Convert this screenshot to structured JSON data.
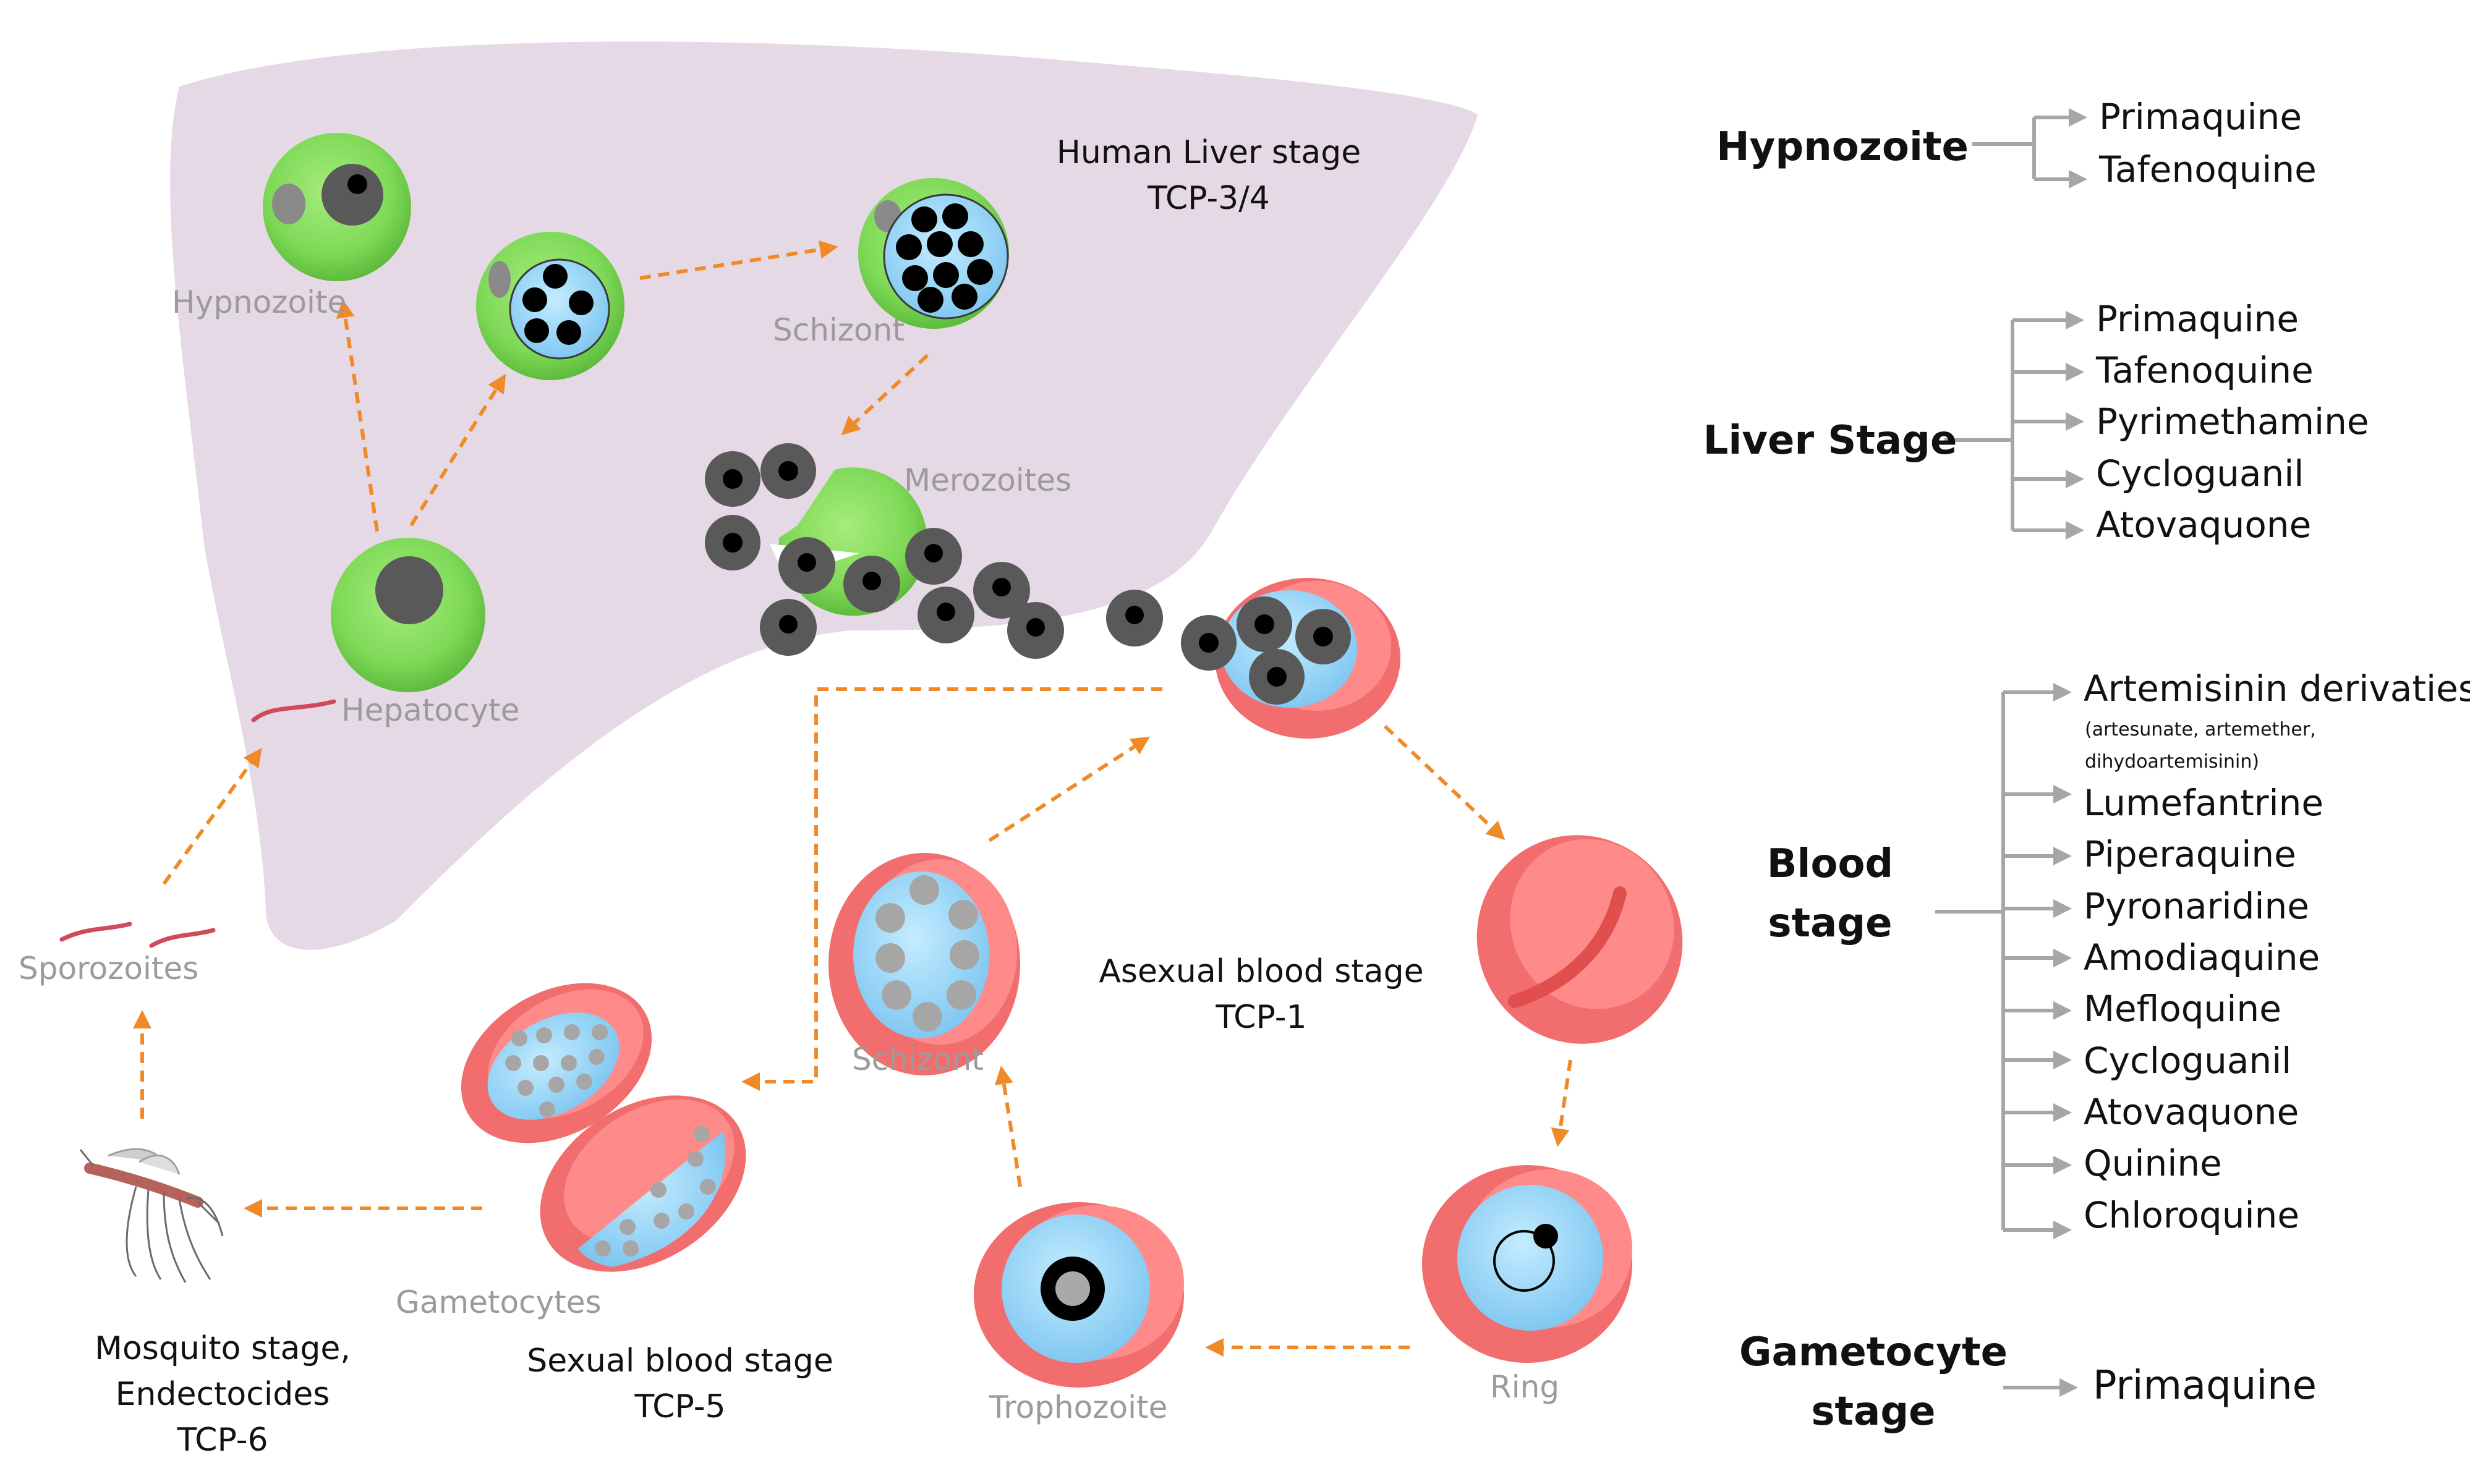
{
  "diagram": {
    "liver_title": [
      "Human Liver stage",
      "TCP-3/4"
    ],
    "asexual_title": [
      "Asexual blood stage",
      "TCP-1"
    ],
    "sexual_title": [
      "Sexual blood stage",
      "TCP-5"
    ],
    "mosquito_title": [
      "Mosquito stage,",
      "Endectocides",
      "TCP-6"
    ],
    "cell_labels": {
      "hypnozoite": "Hypnozoite",
      "schizont_liver": "Schizont",
      "merozoites": "Merozoites",
      "hepatocyte": "Hepatocyte",
      "sporozoites": "Sporozoites",
      "schizont_blood": "Schizont",
      "gametocytes": "Gametocytes",
      "trophozoite": "Trophozoite",
      "ring": "Ring"
    }
  },
  "drug_groups": [
    {
      "stage": [
        "Hypnozoite"
      ],
      "drugs": [
        "Primaquine",
        "Tafenoquine"
      ]
    },
    {
      "stage": [
        "Liver Stage"
      ],
      "drugs": [
        "Primaquine",
        "Tafenoquine",
        "Pyrimethamine",
        "Cycloguanil",
        "Atovaquone"
      ]
    },
    {
      "stage": [
        "Blood",
        "stage"
      ],
      "drugs": [
        "Artemisinin derivaties",
        "Lumefantrine",
        "Piperaquine",
        "Pyronaridine",
        "Amodiaquine",
        "Mefloquine",
        "Cycloguanil",
        "Atovaquone",
        "Quinine",
        "Chloroquine"
      ],
      "note": [
        "(artesunate, artemether,",
        "dihydoartemisinin)"
      ]
    },
    {
      "stage": [
        "Gametocyte",
        "stage"
      ],
      "drugs": [
        "Primaquine"
      ]
    }
  ],
  "colors": {
    "liver": "#e6d9e6",
    "cell_green": "#7ed957",
    "nucleus_gray": "#595959",
    "rbc_red": "#f26d6d",
    "rbc_light": "#ff8a8a",
    "vacuole_blue": "#8fd0f5",
    "arrow_orange": "#f08a28",
    "bracket_gray": "#a6a6a6"
  }
}
